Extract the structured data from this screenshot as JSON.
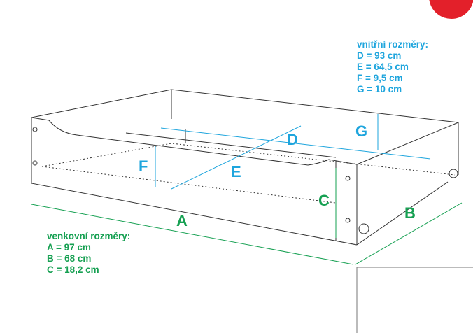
{
  "labels": {
    "A": "A",
    "B": "B",
    "C": "C",
    "D": "D",
    "E": "E",
    "F": "F",
    "G": "G"
  },
  "inner": {
    "title": "vnitřní rozměry:",
    "lines": [
      "D = 93 cm",
      "E = 64,5 cm",
      "F = 9,5 cm",
      "G = 10 cm"
    ]
  },
  "outer": {
    "title": "venkovní rozměry:",
    "lines": [
      "A = 97 cm",
      "B = 68 cm",
      "C = 18,2 cm"
    ]
  },
  "colors": {
    "inner": "#1ea5dd",
    "outer": "#16a052",
    "badge": "#e3202a"
  }
}
